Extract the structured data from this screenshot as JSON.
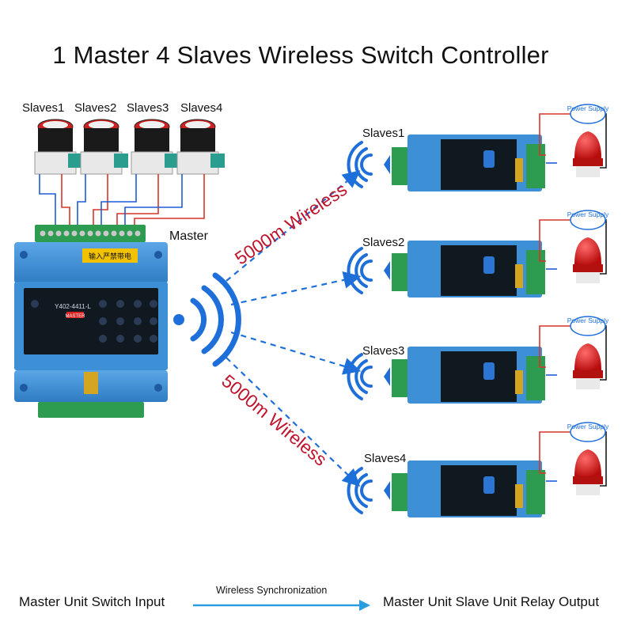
{
  "title": "1 Master 4 Slaves Wireless Switch Controller",
  "master": {
    "label": "Master",
    "model": "Y402-4411-L",
    "badge": "MASTER",
    "warning": "输入严禁带电",
    "input_labels": [
      "Slaves1",
      "Slaves2",
      "Slaves3",
      "Slaves4"
    ]
  },
  "wireless_labels": [
    "5000m Wireless",
    "5000m Wireless"
  ],
  "slaves": [
    {
      "label": "Slaves1",
      "power_label": "Power Supply"
    },
    {
      "label": "Slaves2",
      "power_label": "Power Supply"
    },
    {
      "label": "Slaves3",
      "power_label": "Power Supply"
    },
    {
      "label": "Slaves4",
      "power_label": "Power Supply"
    }
  ],
  "bottom": {
    "left": "Master Unit Switch Input",
    "middle": "Wireless Synchronization",
    "right": "Master Unit Slave Unit Relay Output"
  },
  "colors": {
    "device_blue": "#3d8fd6",
    "terminal_green": "#2e9c50",
    "wireless_text": "#c0142c",
    "signal_blue": "#1e6fd9",
    "lamp_red": "#d81c1c"
  }
}
